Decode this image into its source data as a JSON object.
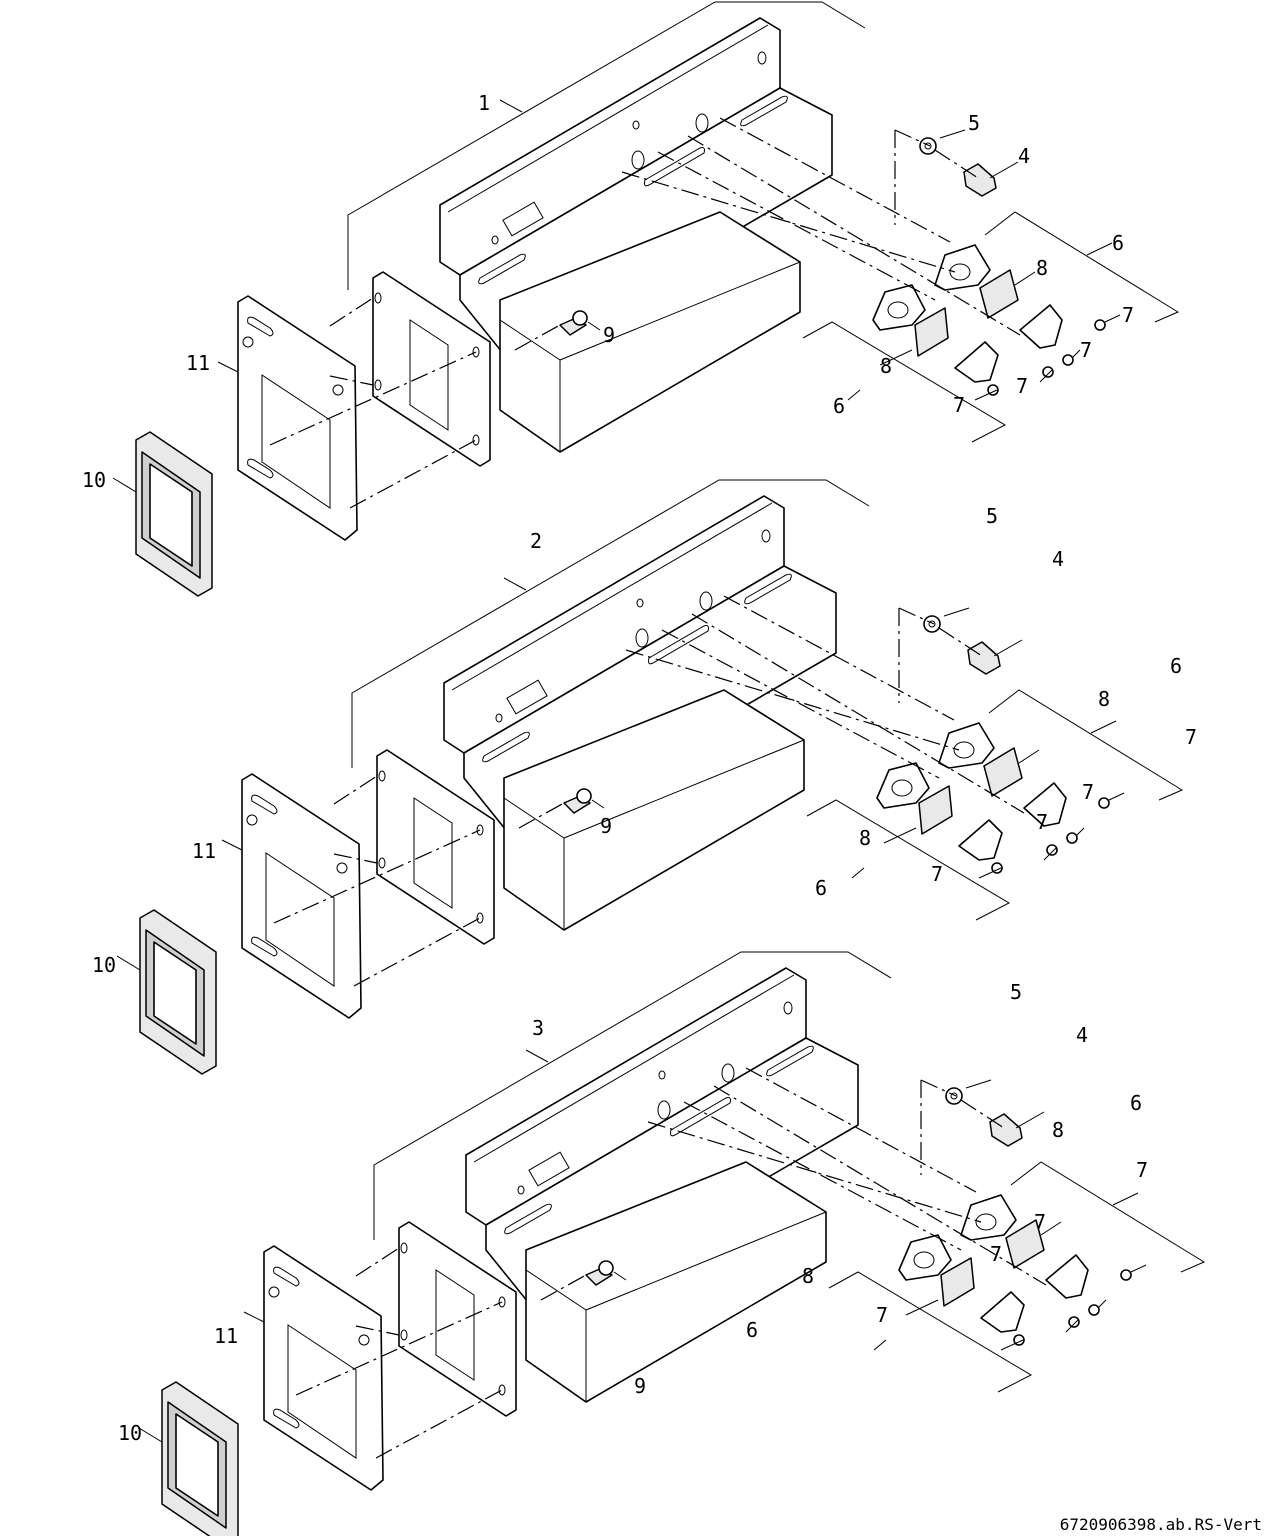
{
  "drawing": {
    "code": "6720906398.ab.RS-Vert",
    "callouts": {
      "frame_1": "1",
      "frame_2": "2",
      "frame_3": "3",
      "nipple": "4",
      "ring": "5",
      "clamp_set": "6",
      "screw": "7",
      "pad": "8",
      "bolt": "9",
      "gasket": "10",
      "plate": "11"
    }
  }
}
